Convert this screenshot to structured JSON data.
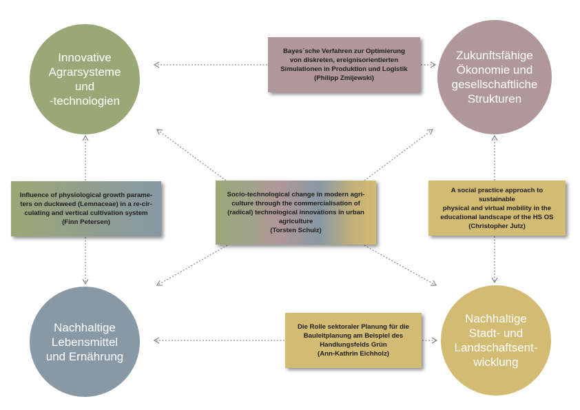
{
  "circles": {
    "innovative": "Innovative\nAgrarsysteme und\n-technologien",
    "zukunft": "Zukunftsfähige\nÖkonomie und\ngesellschaftliche\nStrukturen",
    "lebensmittel": "Nachhaltige\nLebensmittel\nund Ernährung",
    "stadt": "Nachhaltige\nStadt- und\nLandschaftsent-\nwicklung"
  },
  "boxes": {
    "top": "Bayes`sche Verfahren zur Optimierung\nvon diskreten, ereignisorientierten\nSimulationen in Produktion und Logistik\n(Philipp Zmijewski)",
    "left": "Influence of physiological growth parame-\nters on duckweed (Lemnaceae) in a re-cir-\nculating and vertical cultivation system\n(Finn Petersen)",
    "center": "Socio-technological change in modern agri-\nculture through the commercialisation of\n(radical) technological innovations in urban\nagriculture\n(Torsten Schulz)",
    "right": "A social practice approach to sustainable\nphysical and virtual mobility in the\neducational landscape of the HS OS\n(Christopher Jutz)",
    "bottom": "Die Rolle sektoraler Planung für die\nBauleitplanung am Beispiel des\nHandlungsfelds Grün\n(Ann-Kathrin Eichholz)"
  },
  "colors": {
    "green": "#9aa877",
    "mauve": "#b09799",
    "blue": "#8898a4",
    "yellow": "#d2bb72",
    "arrow": "#8c8c8c"
  }
}
